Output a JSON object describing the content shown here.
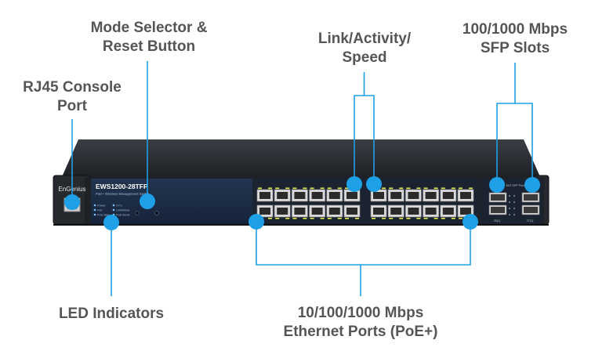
{
  "device": {
    "brand": "EnGenius",
    "model": "EWS1200-28TFP",
    "subtitle": "PoE+ Wireless Management Switch",
    "led_labels": [
      "Power",
      "SYS",
      "Fan",
      "Link/Mode",
      "PoE Max",
      "PoE Mode"
    ],
    "sfp_header": "1000 / 10G SFP Ports",
    "sfp_port_labels": [
      "25(1)",
      "27(1)"
    ]
  },
  "callouts": {
    "mode_selector": [
      "Mode Selector &",
      "Reset Button"
    ],
    "link_activity": [
      "Link/Activity/",
      "Speed"
    ],
    "sfp_slots": [
      "100/1000 Mbps",
      "SFP Slots"
    ],
    "console_port": [
      "RJ45 Console",
      "Port"
    ],
    "led_indicators": [
      "LED Indicators"
    ],
    "ethernet_ports": [
      "10/100/1000 Mbps",
      "Ethernet Ports (PoE+)"
    ]
  },
  "colors": {
    "callout_blue": "#1ea0e6",
    "label_gray": "#555555",
    "chassis_dark": "#1e2226",
    "panel_navy": "#1a2a42",
    "port_led": "#e8e84a"
  }
}
